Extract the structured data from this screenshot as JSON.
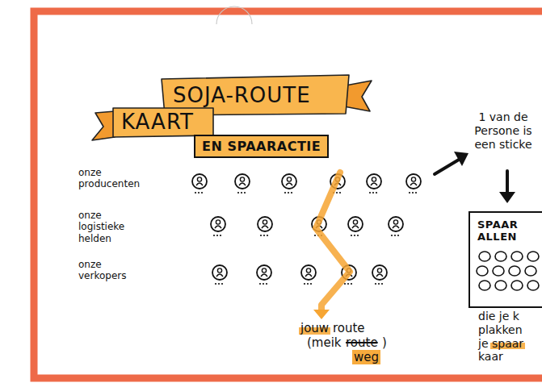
{
  "diagram": {
    "title": "SOJA-ROUTE KAART",
    "nodes": [
      {
        "text": [
          "EN SPAARACTIE"
        ]
      },
      {
        "text": [
          "SPAAR ALLEN"
        ]
      }
    ],
    "labels": [
      "onze producenten",
      "onze logistieke helden",
      "onze verkopers",
      "jouw route",
      "(meik",
      "route",
      ")",
      "weg",
      "1 van de Persone is een sticke",
      "die je k plakken je spaar kaar"
    ]
  }
}
